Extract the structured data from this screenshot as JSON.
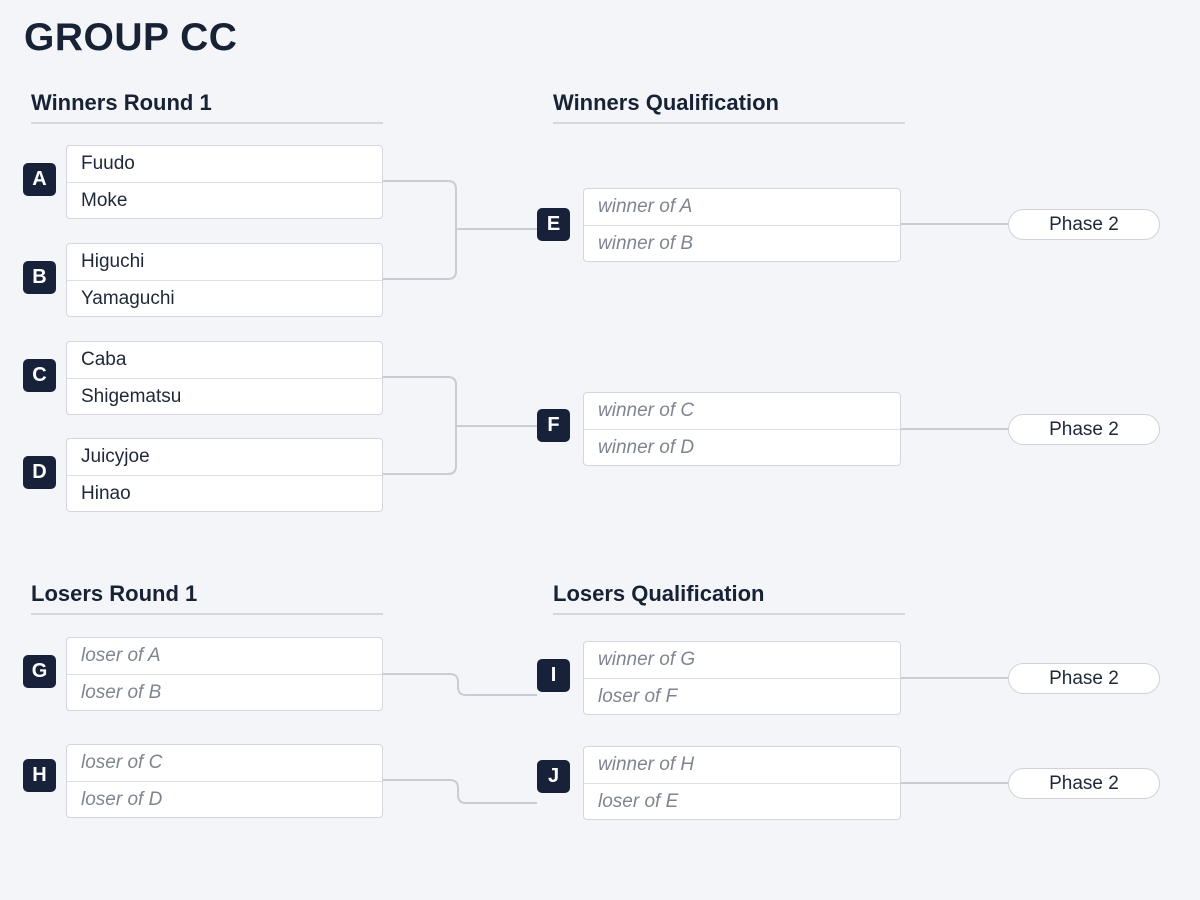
{
  "group_title": "GROUP CC",
  "sections": {
    "winners_round_1": "Winners Round 1",
    "winners_qualification": "Winners Qualification",
    "losers_round_1": "Losers Round 1",
    "losers_qualification": "Losers Qualification"
  },
  "matches": {
    "A": {
      "label": "A",
      "slots": [
        "Fuudo",
        "Moke"
      ]
    },
    "B": {
      "label": "B",
      "slots": [
        "Higuchi",
        "Yamaguchi"
      ]
    },
    "C": {
      "label": "C",
      "slots": [
        "Caba",
        "Shigematsu"
      ]
    },
    "D": {
      "label": "D",
      "slots": [
        "Juicyjoe",
        "Hinao"
      ]
    },
    "E": {
      "label": "E",
      "slots": [
        "winner of A",
        "winner of B"
      ]
    },
    "F": {
      "label": "F",
      "slots": [
        "winner of C",
        "winner of D"
      ]
    },
    "G": {
      "label": "G",
      "slots": [
        "loser of A",
        "loser of B"
      ]
    },
    "H": {
      "label": "H",
      "slots": [
        "loser of C",
        "loser of D"
      ]
    },
    "I": {
      "label": "I",
      "slots": [
        "winner of G",
        "loser of F"
      ]
    },
    "J": {
      "label": "J",
      "slots": [
        "winner of H",
        "loser of E"
      ]
    }
  },
  "next_phase": {
    "E": "Phase 2",
    "F": "Phase 2",
    "I": "Phase 2",
    "J": "Phase 2"
  },
  "colors": {
    "badge": "#17223a",
    "connector": "#c9ccd2",
    "background": "#f4f5f8"
  }
}
